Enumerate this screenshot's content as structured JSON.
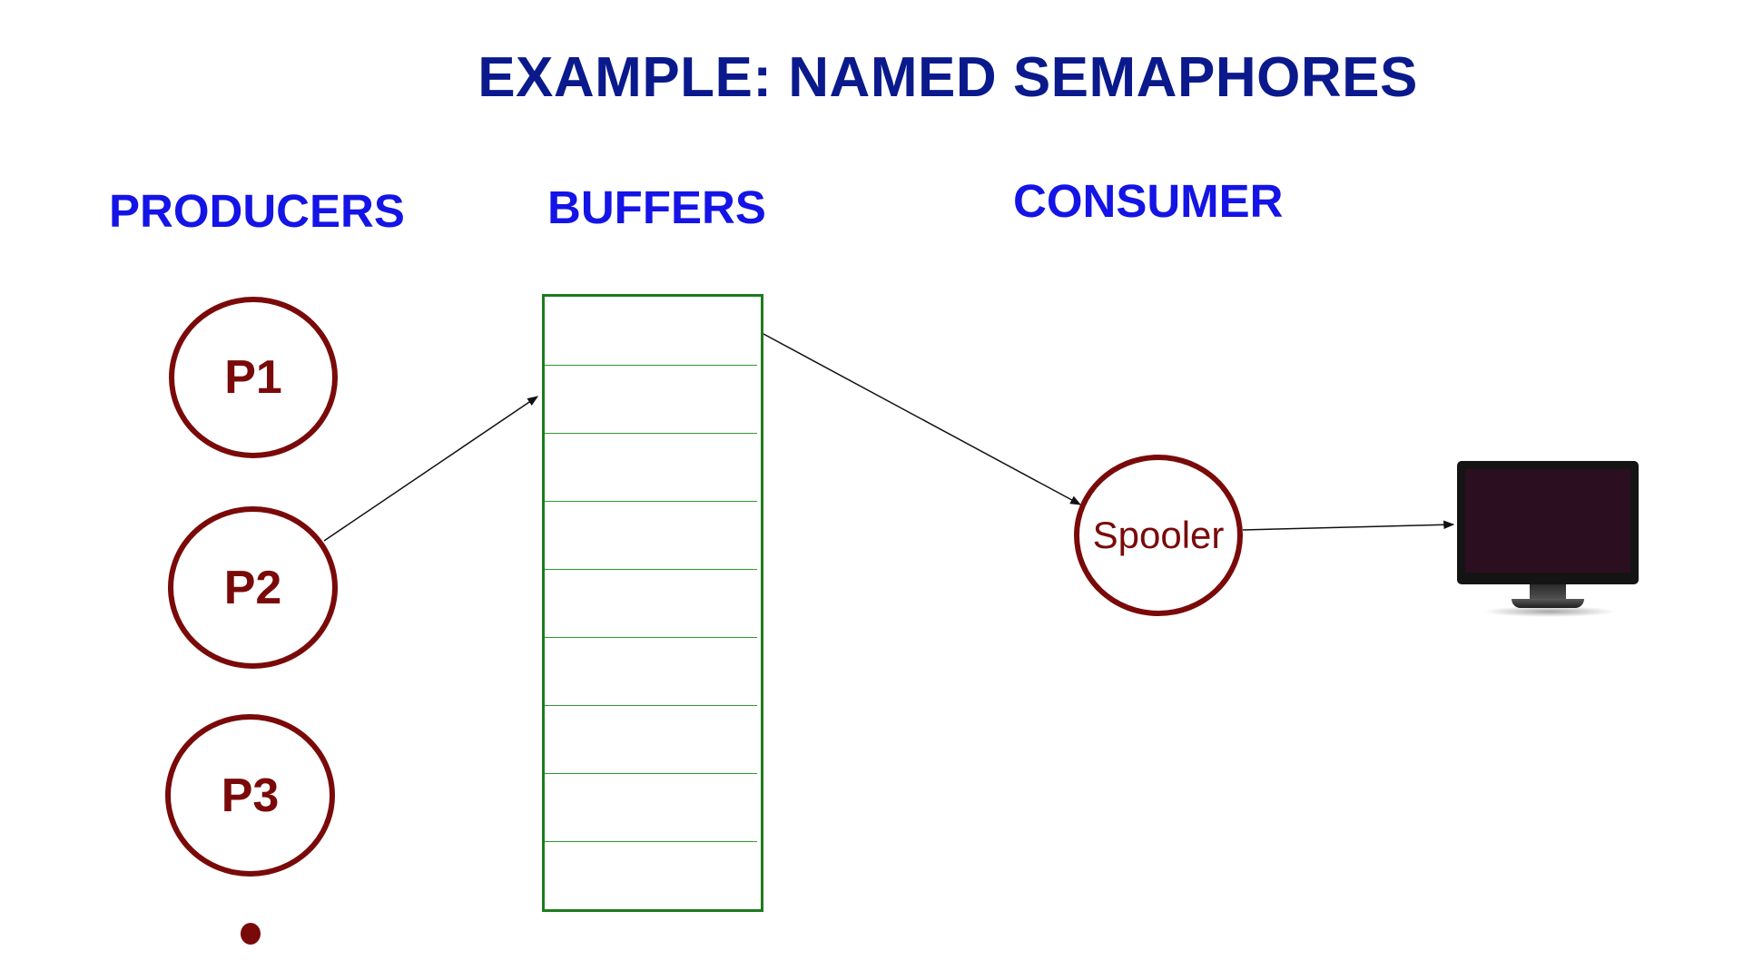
{
  "title": "EXAMPLE: NAMED SEMAPHORES",
  "headings": {
    "producers": "PRODUCERS",
    "buffers": "BUFFERS",
    "consumer": "CONSUMER"
  },
  "producers": [
    {
      "label": "P1"
    },
    {
      "label": "P2"
    },
    {
      "label": "P3"
    }
  ],
  "spooler": {
    "label": "Spooler"
  },
  "buffer": {
    "slot_count": 9
  },
  "monitor": {
    "icon": "monitor-icon"
  },
  "colors": {
    "title": "#0a1a8c",
    "heading": "#1414e6",
    "process": "#7a0a0a",
    "buffer_border": "#1e7a1e",
    "buffer_lines": "#2e9a2e",
    "arrow": "#111111",
    "monitor_frame": "#141414",
    "monitor_screen": "#2b0e1f"
  }
}
